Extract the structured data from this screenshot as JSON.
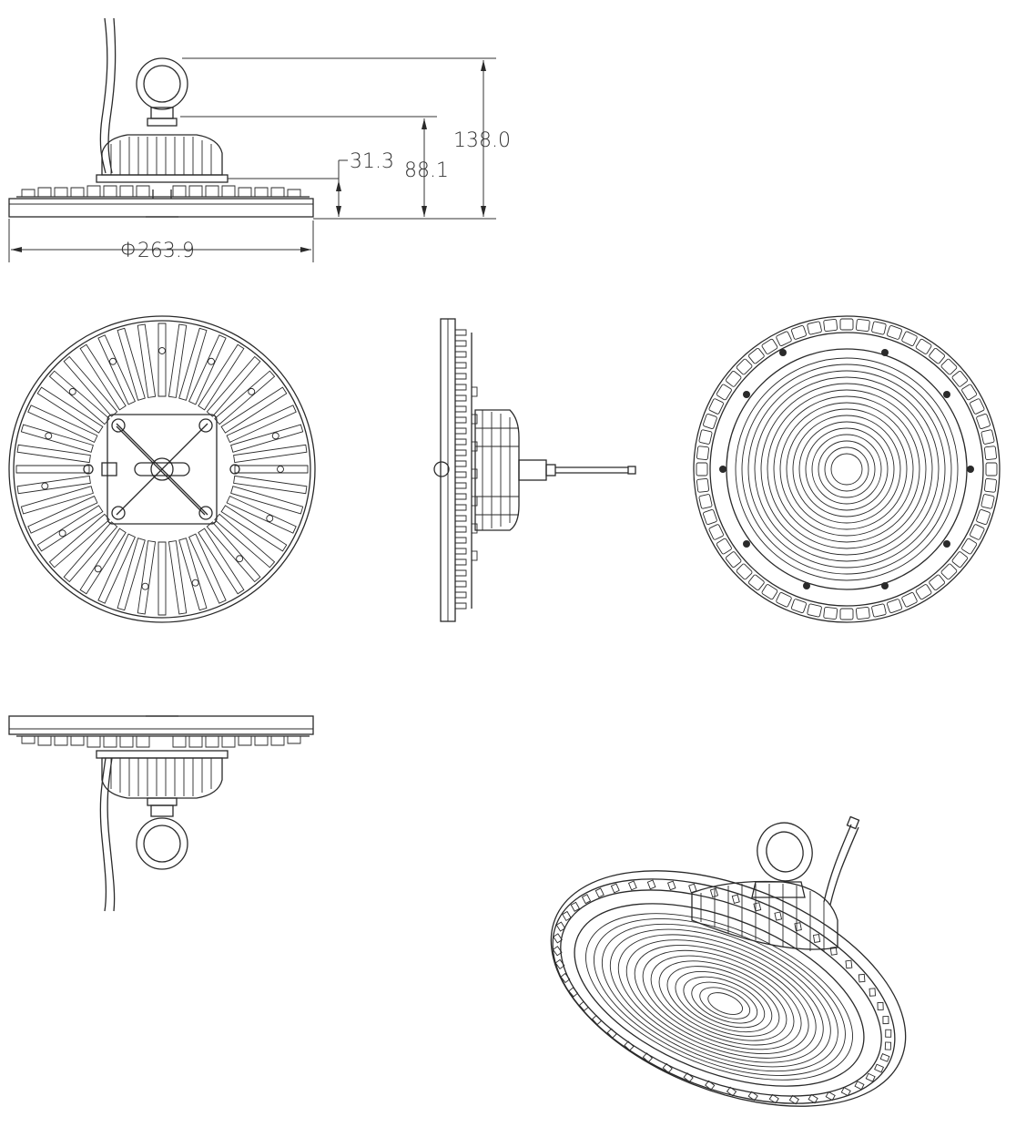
{
  "dimensions": {
    "overall_height": "138.0",
    "body_height": "88.1",
    "base_height": "31.3",
    "diameter": "Φ263.9"
  },
  "views": {
    "front_view_top": "front-elevation",
    "rear_view": "heatsink-top-view",
    "side_view": "side-elevation",
    "lens_view": "lens-bottom-view",
    "front_view_inverted": "inverted-elevation",
    "isometric_view": "isometric-view"
  },
  "colors": {
    "line": "#2a2a2a",
    "background": "#ffffff"
  }
}
